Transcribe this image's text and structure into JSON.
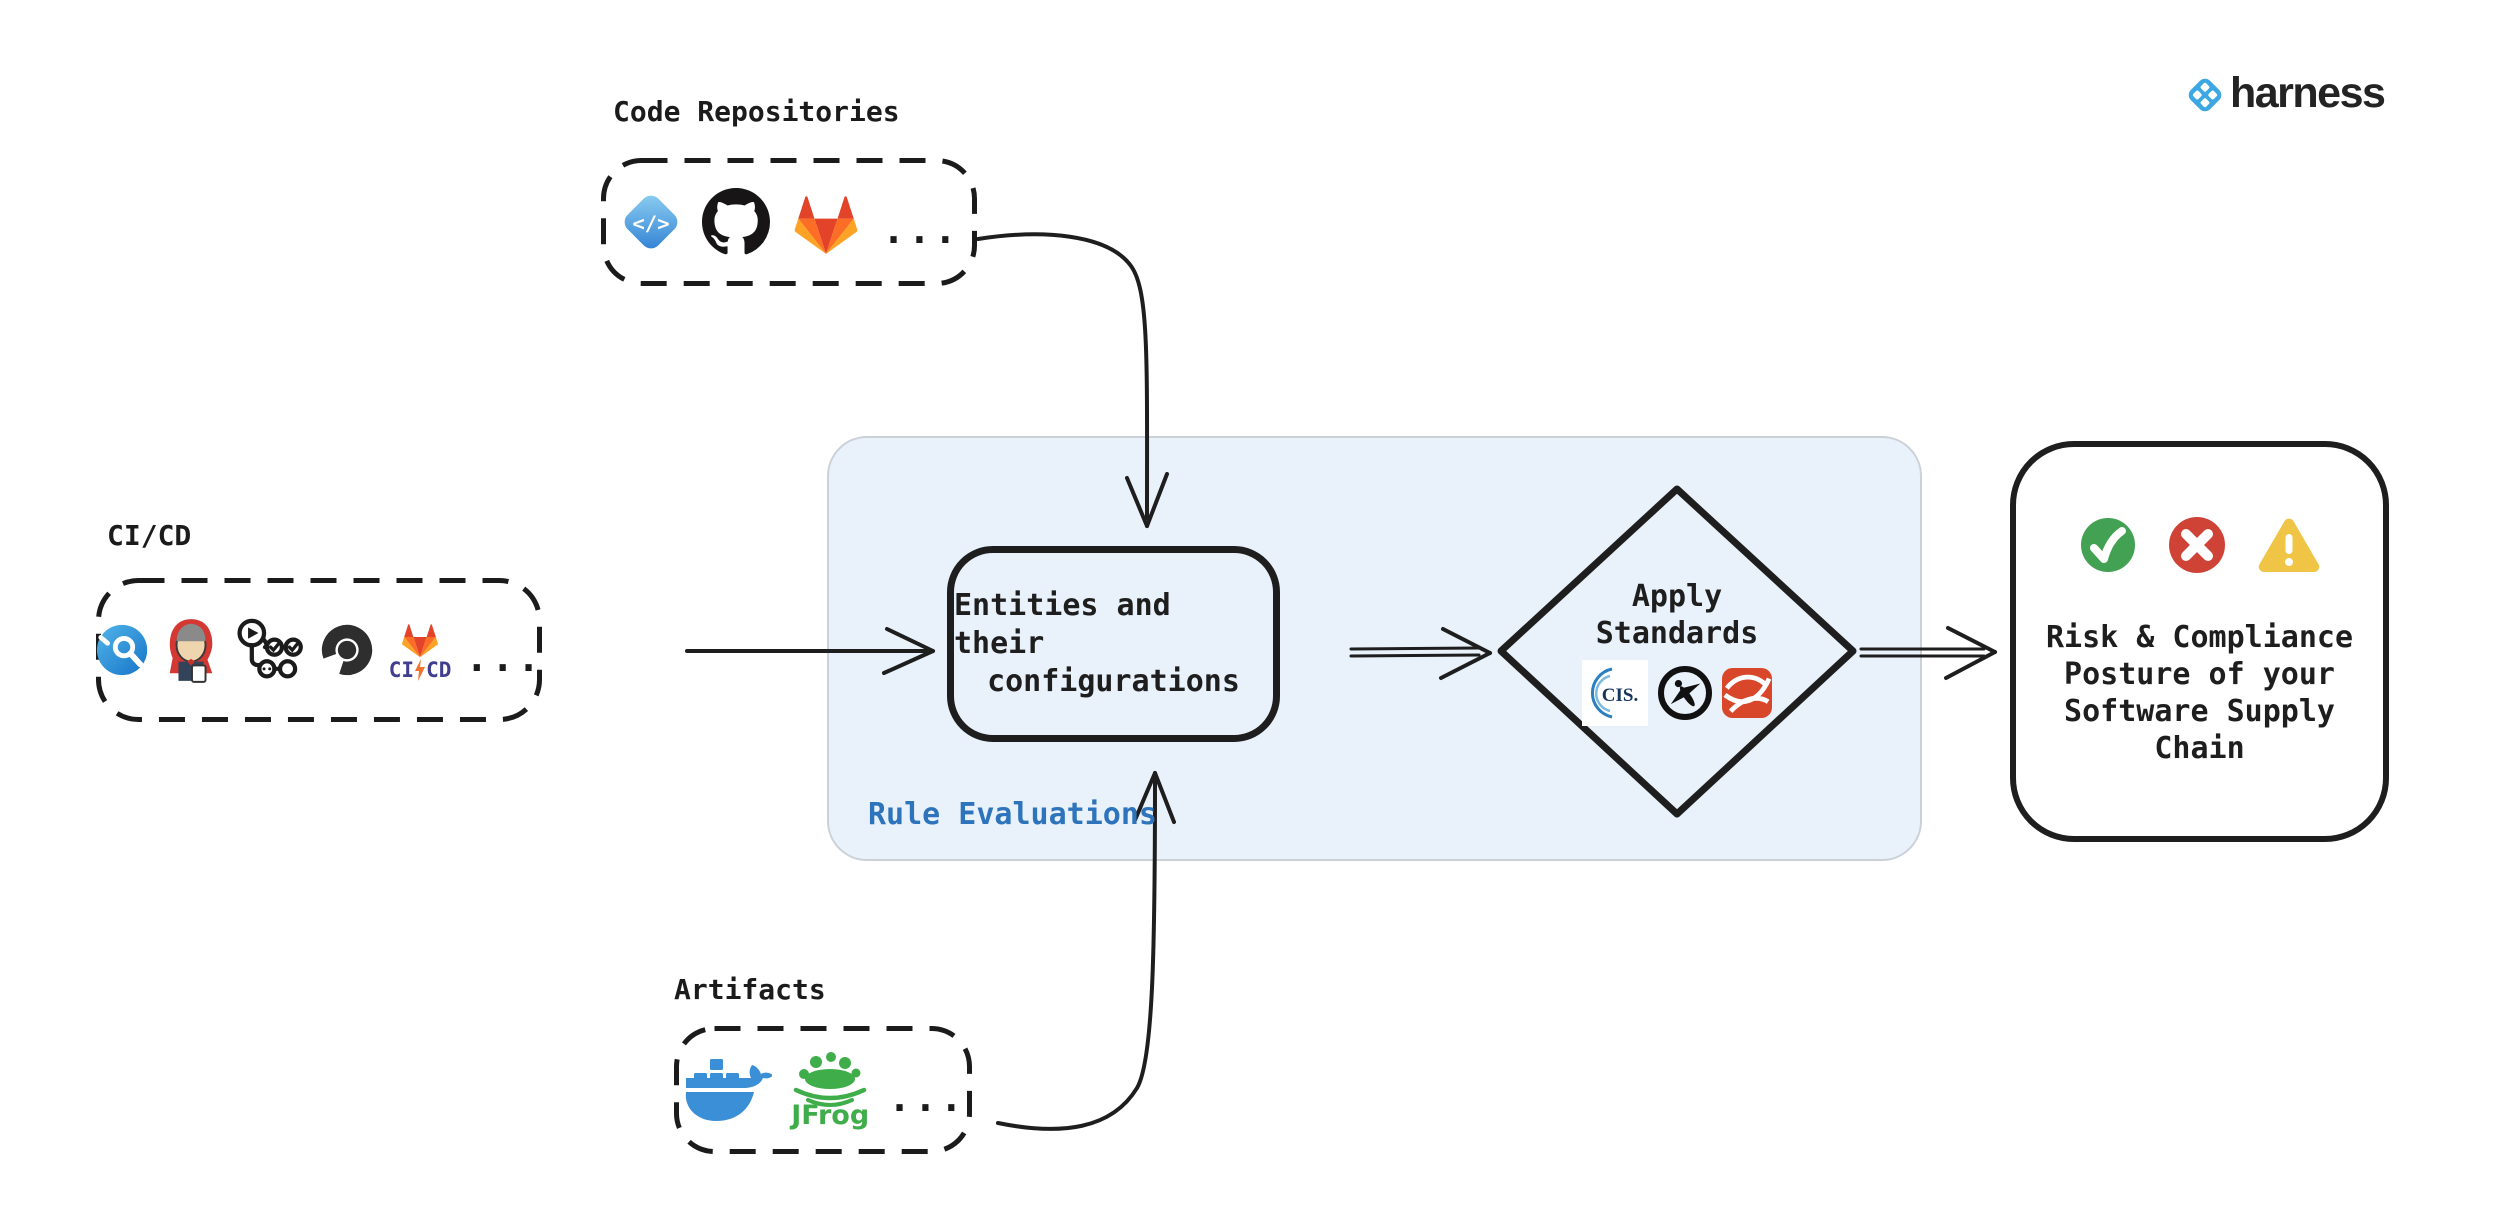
{
  "header": {
    "brand": "harness"
  },
  "colors": {
    "ink": "#1e1e1e",
    "panel_fill": "#e9f1fb",
    "rule_label_blue": "#2e74bc",
    "harness_blue": "#3ca7e2",
    "status_green": "#43a154",
    "status_red": "#cf4337",
    "status_yellow": "#f0c445",
    "gitlab_orange": "#fc6d26",
    "docker_blue": "#3b8fd6",
    "jfrog_green": "#3fae4a",
    "azure_blue": "#2f80d3",
    "cis_navy": "#16355e",
    "owasp_black": "#111111",
    "standards_red": "#d9472b"
  },
  "code_repositories": {
    "label": "Code Repositories",
    "ellipsis": "...",
    "azure_glyph": "</>"
  },
  "cicd": {
    "label": "CI/CD",
    "ellipsis": "...",
    "gitlab_ci": {
      "left": "CI",
      "right": "CD"
    }
  },
  "artifacts": {
    "label": "Artifacts",
    "ellipsis": "...",
    "jfrog_label": "JFrog"
  },
  "rule_panel": {
    "label": "Rule Evaluations"
  },
  "entities_box": {
    "line1": "Entities and their",
    "line2": "configurations"
  },
  "apply_standards": {
    "line1": "Apply",
    "line2": "Standards",
    "cis_label": "CIS."
  },
  "risk_box": {
    "line1": "Risk & Compliance",
    "line2": "Posture of your",
    "line3": "Software Supply",
    "line4": "Chain"
  }
}
